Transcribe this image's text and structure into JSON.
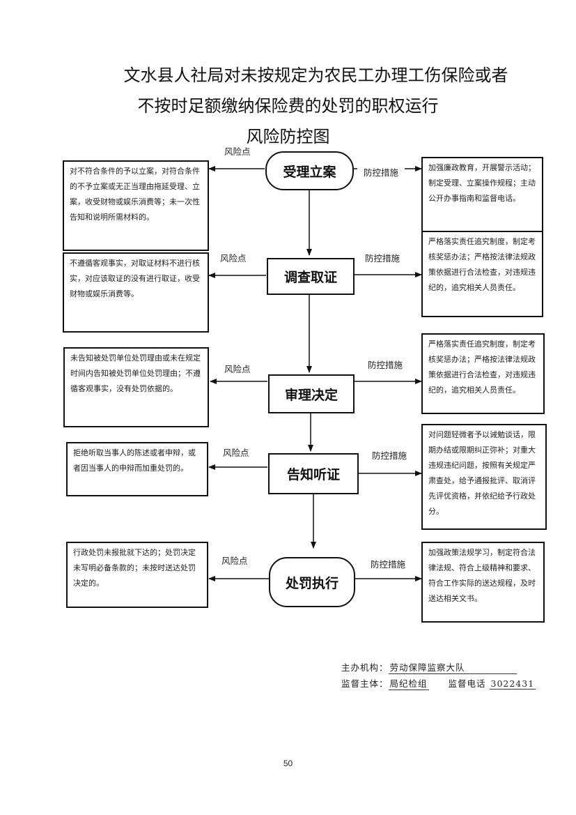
{
  "title": {
    "line1": "文水县人社局对未按规定为农民工办理工伤保险或者",
    "line2": "不按时足额缴纳保险费的处罚的职权运行",
    "line3": "风险防控图"
  },
  "label_risk": "风险点",
  "label_measure": "防控措施",
  "stages": [
    {
      "name": "受理立案",
      "risk": "对不符合条件的予以立案，对符合条件的不予立案或无正当理由拖延受理、立案，收受财物或娱乐消费等；未一次性告知和说明所需材料的。",
      "measure": "加强廉政教育，开展警示活动；制定受理、立案操作规程；主动公开办事指南和监督电话。"
    },
    {
      "name": "调查取证",
      "risk": "不遵循客观事实，对取证材料不进行核实，对应该取证的没有进行取证，收受财物或娱乐消费等。",
      "measure": "严格落实责任追究制度，制定考核奖惩办法；严格按法律法规政策依据进行合法检查，对违规违纪的，追究相关人员责任。"
    },
    {
      "name": "审理决定",
      "risk": "未告知被处罚单位处罚理由或未在规定时间内告知被处罚单位处罚理由；不遵循客观事实，没有处罚依据的。",
      "measure": "严格落实责任追究制度，制定考核奖惩办法；严格按法律法规政策依据进行合法检查，对违规违纪的，追究相关人员责任。"
    },
    {
      "name": "告知听证",
      "risk": "拒绝听取当事人的陈述或者申辩，或者因当事人的申辩而加重处罚的。",
      "measure": "对问题轻微者予以诫勉谈话，限期办结或限期纠正弥补；对重大违规违纪问题，按照有关规定严肃查处，给予通报批评、取消评先评优资格，并依纪给予行政处分。"
    },
    {
      "name": "处罚执行",
      "risk": "行政处罚未报批就下达的；处罚决定未写明必备条款的；未按时送达处罚决定的。",
      "measure": "加强政策法规学习，制定符合法律法规、符合上级精神和要求、符合工作实际的送达规程，及时送达相关文书。"
    }
  ],
  "footer": {
    "host_label": "主办机构：",
    "host_value": "劳动保障监察大队",
    "supervisor_label": "监督主体：",
    "supervisor_value": "局纪检组",
    "phone_label": "监督电话",
    "phone_value": "3022431"
  },
  "page_number": "50"
}
